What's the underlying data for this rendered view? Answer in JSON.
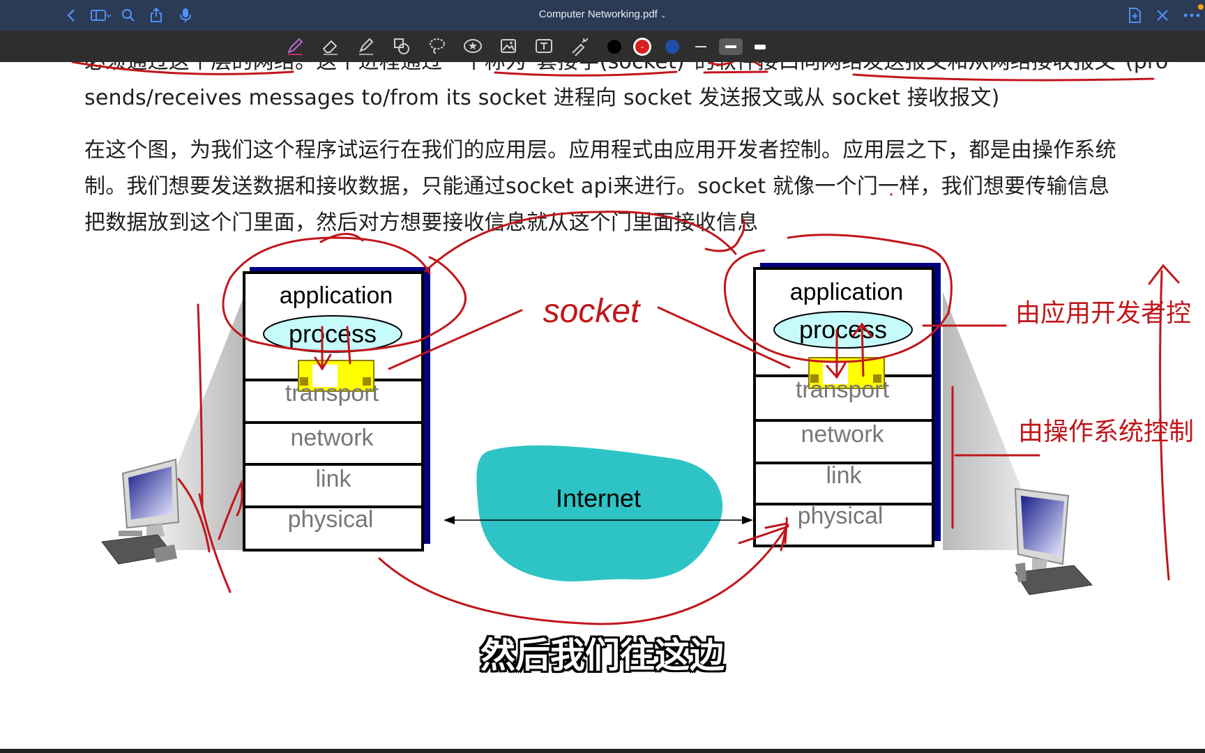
{
  "window": {
    "title": "Computer Networking.pdf"
  },
  "toolbar": {
    "colors": {
      "black": "#000000",
      "red": "#d61f1f",
      "blue": "#1f4fa8"
    }
  },
  "document": {
    "top_cut_line": "必须通过这个层的网络。这个进程通过一个称为\"套接字(socket)\"的软件接口向网络发送报文和从网络接收报文\"(pro",
    "line1": "sends/receives messages to/from its socket 进程向 socket 发送报文或从 socket 接收报文)",
    "para": [
      "在这个图，为我们这个程序试运行在我们的应用层。应用程式由应用开发者控制。应用层之下，都是由操作系统",
      "制。我们想要发送数据和接收数据，只能通过socket api来进行。socket 就像一个门一样，我们想要传输信息",
      "把数据放到这个门里面，然后对方想要接收信息就从这个门里面接收信息"
    ]
  },
  "diagram": {
    "left_stack": [
      "application",
      "process",
      "transport",
      "network",
      "link",
      "physical"
    ],
    "right_stack": [
      "application",
      "process",
      "transport",
      "network",
      "link",
      "physical"
    ],
    "cloud_label": "Internet",
    "annotation_socket": "socket",
    "annotation_app": "由应用开发者控",
    "annotation_os": "由操作系统控制"
  },
  "subtitle": "然后我们往这边"
}
